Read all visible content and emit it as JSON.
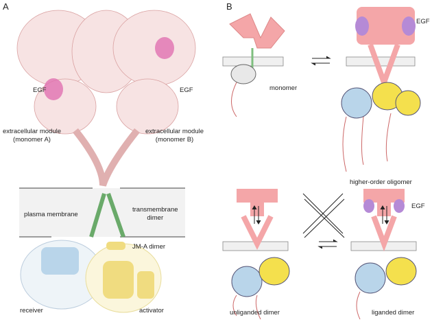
{
  "panel_a": {
    "letter": "A",
    "egf_left": "EGF",
    "egf_right": "EGF",
    "module_a": [
      "extracellular module",
      "(monomer A)"
    ],
    "module_b": [
      "extracellular module",
      "(monomer B)"
    ],
    "plasma_membrane": "plasma membrane",
    "transmembrane": [
      "transmembrane",
      "dimer"
    ],
    "jm_a_dimer": "JM-A dimer",
    "receiver": "receiver",
    "activator": "activator"
  },
  "panel_b": {
    "letter": "B",
    "monomer": "monomer",
    "egf_top": "EGF",
    "oligomer": "higher-order oligomer",
    "egf_bottom": "EGF",
    "unliganded": "unliganded dimer",
    "liganded": "liganded dimer"
  },
  "colors": {
    "pink": "#f4a6a8",
    "green": "#7fbf7f",
    "blue": "#b9d5ea",
    "yellow": "#f4e04d",
    "purple": "#b58ad6",
    "membrane": "#f0f0f0",
    "egf": "#c0147a"
  }
}
